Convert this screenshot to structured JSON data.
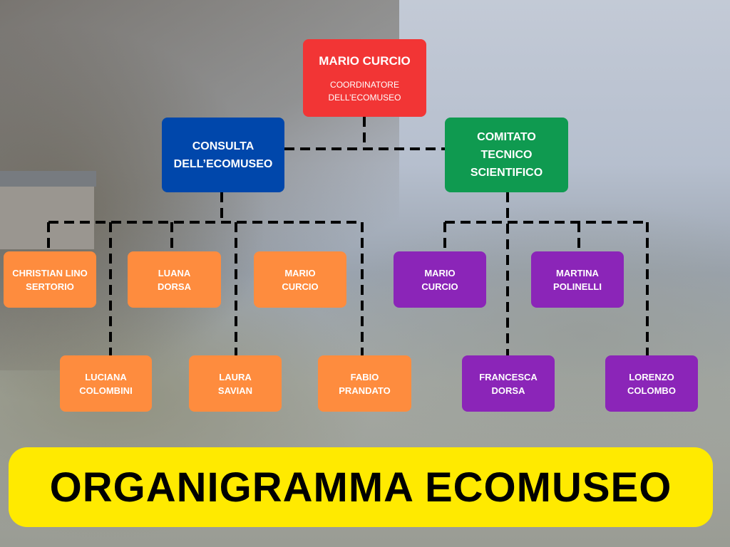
{
  "title": "ORGANIGRAMMA ECOMUSEO",
  "colors": {
    "coordinator": "#f23535",
    "consulta": "#0047ab",
    "comitato": "#0f9a50",
    "consulta_members": "#fe8c3e",
    "comitato_members": "#8b25b8",
    "banner": "#ffea00"
  },
  "coordinator": {
    "name": "MARIO CURCIO",
    "role": "COORDINATORE\nDELL’ECOMUSEO"
  },
  "consulta": {
    "label": "CONSULTA\nDELL’ECOMUSEO",
    "members": [
      "CHRISTIAN LINO\nSERTORIO",
      "LUANA\nDORSA",
      "MARIO\nCURCIO",
      "LUCIANA\nCOLOMBINI",
      "LAURA\nSAVIAN",
      "FABIO\nPRANDATO"
    ]
  },
  "comitato": {
    "label": "COMITATO\nTECNICO\nSCIENTIFICO",
    "members": [
      "MARIO\nCURCIO",
      "MARTINA\nPOLINELLI",
      "FRANCESCA\nDORSA",
      "LORENZO\nCOLOMBO"
    ]
  }
}
